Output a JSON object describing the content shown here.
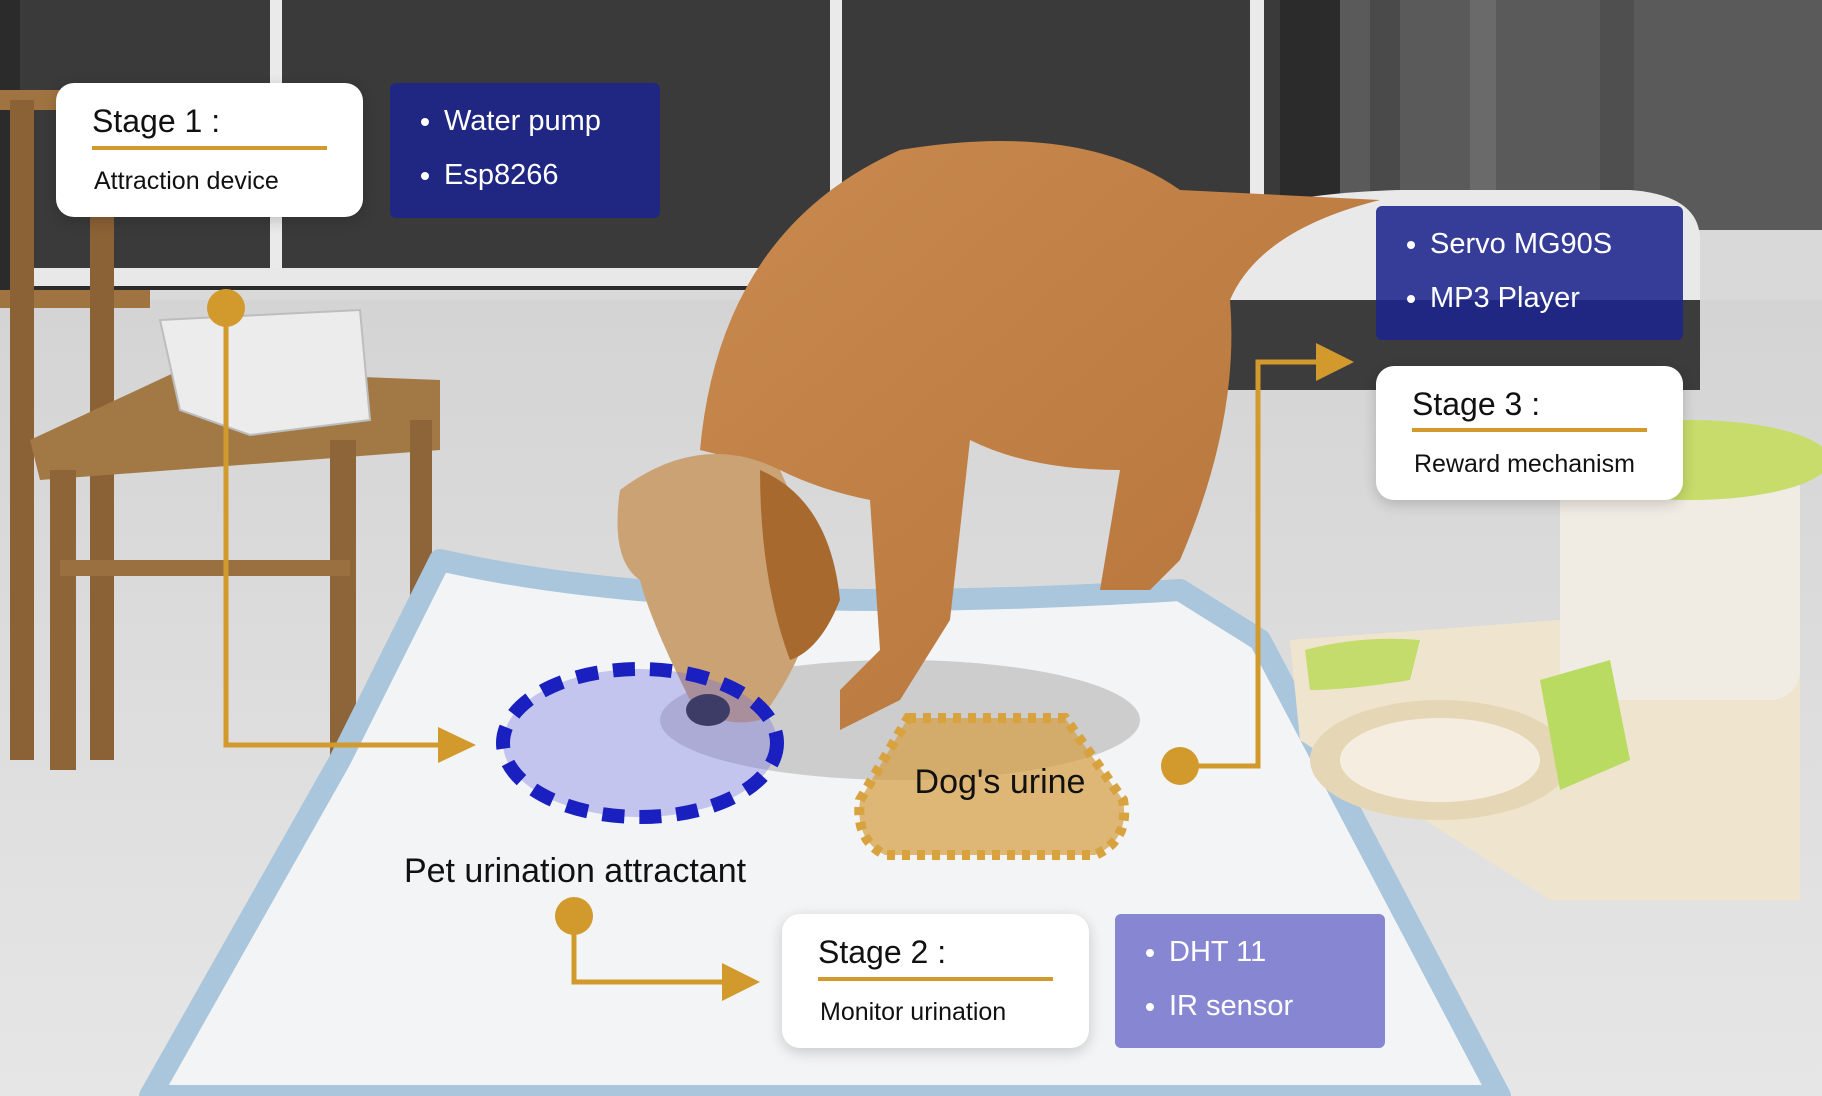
{
  "stage1": {
    "title": "Stage 1 :",
    "subtitle": "Attraction device",
    "components": [
      "Water pump",
      "Esp8266"
    ]
  },
  "stage2": {
    "title": "Stage 2 :",
    "subtitle": "Monitor urination",
    "components": [
      "DHT 11",
      "IR sensor"
    ]
  },
  "stage3": {
    "title": "Stage 3 :",
    "subtitle": "Reward mechanism",
    "components": [
      "Servo MG90S",
      "MP3 Player"
    ]
  },
  "labels": {
    "dog_urine": "Dog's urine",
    "attractant": "Pet urination attractant"
  },
  "colors": {
    "accent": "#d29a2c",
    "dark_panel": "#1c248c",
    "light_panel": "#8080d0",
    "attractant_ring": "#1a1fc0",
    "pad_border": "#a9c6dc"
  }
}
